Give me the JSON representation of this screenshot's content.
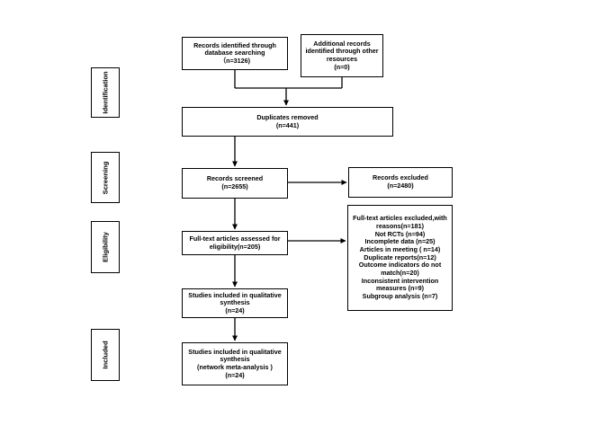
{
  "phases": [
    {
      "id": "identification",
      "label": "Identification"
    },
    {
      "id": "screening",
      "label": "Screening"
    },
    {
      "id": "eligibility",
      "label": "Eligibility"
    },
    {
      "id": "included",
      "label": "Included"
    }
  ],
  "boxes": {
    "db_search": {
      "lines": [
        "Records identified through",
        "database searching",
        "（n=3126)"
      ]
    },
    "other_sources": {
      "lines": [
        "Additional records",
        "identified through other",
        "resources",
        "(n=0)"
      ]
    },
    "duplicates": {
      "lines": [
        "Duplicates removed",
        "(n=441)"
      ]
    },
    "screened": {
      "lines": [
        "Records screened",
        "(n=2655)"
      ]
    },
    "excluded": {
      "lines": [
        "Records excluded",
        "(n=2480)"
      ]
    },
    "fulltext": {
      "lines": [
        "Full-text articles assessed for",
        "eligibility(n=205)"
      ]
    },
    "fulltext_excluded": {
      "lines": [
        "Full-text articles excluded,with",
        "reasons(n=181)",
        "Not RCTs (n=94)",
        "Incomplete data (n=25)",
        "Articles in meeting ( n=14)",
        "Duplicate reports(n=12)",
        "Outcome indicators do not",
        "match(n=20)",
        "Inconsistent intervention",
        "measures (n=9)",
        "Subgroup analysis (n=7)"
      ]
    },
    "qualitative": {
      "lines": [
        "Studies included in qualitative",
        "synthesis",
        "(n=24)"
      ]
    },
    "meta": {
      "lines": [
        "Studies included in qualitative",
        "synthesis",
        "(network meta-analysis )",
        "(n=24)"
      ]
    }
  }
}
